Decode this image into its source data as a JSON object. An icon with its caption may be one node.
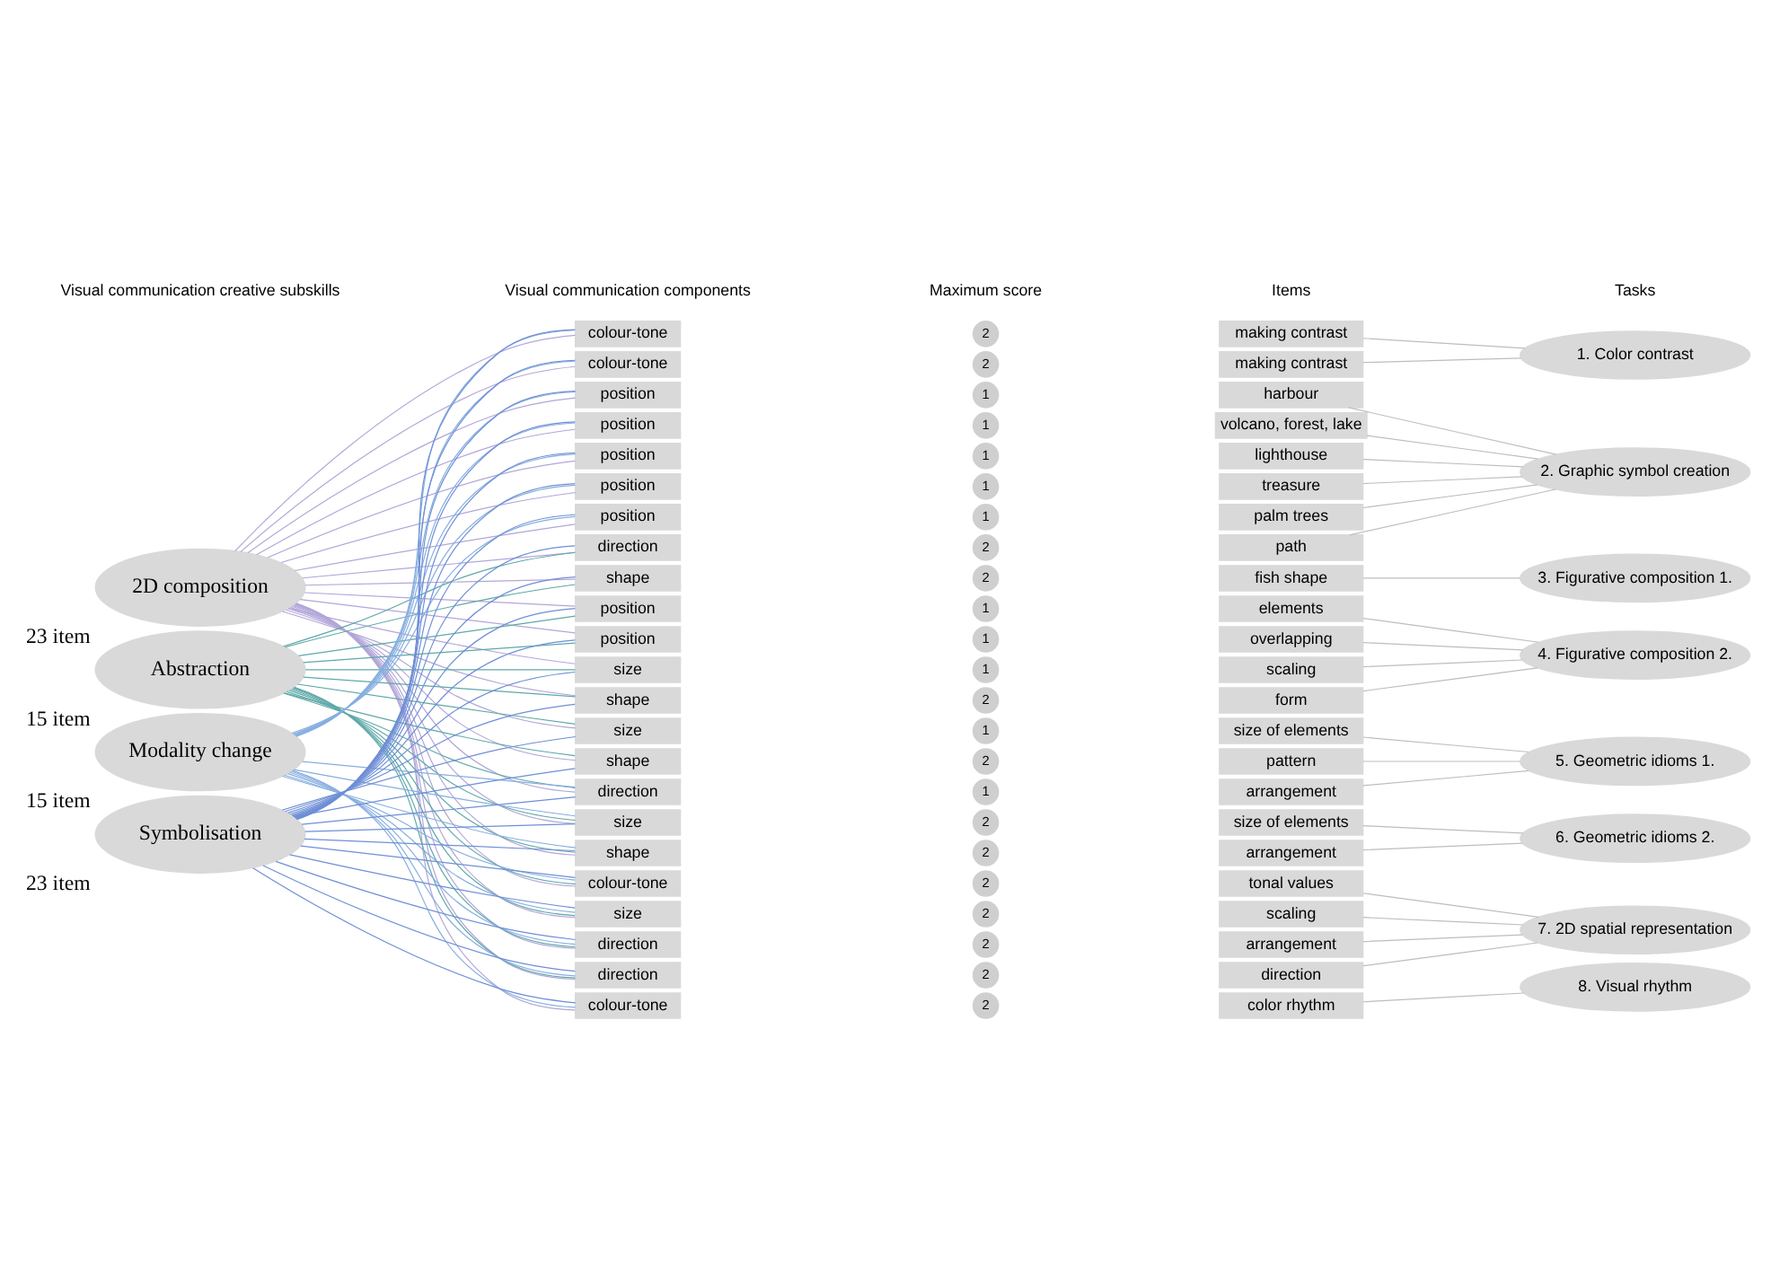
{
  "diagram": {
    "nodes": [
      {
        "text": [
          "2D composition"
        ],
        "beside": [
          "23 item"
        ]
      },
      {
        "text": [
          "Abstraction"
        ],
        "beside": [
          "15 item"
        ]
      },
      {
        "text": [
          "Modality change"
        ],
        "beside": [
          "15 item"
        ]
      },
      {
        "text": [
          "Symbolisation"
        ],
        "beside": [
          "23 item"
        ]
      },
      {
        "text": [
          "colour-tone"
        ]
      },
      {
        "text": [
          "colour-tone"
        ]
      },
      {
        "text": [
          "position"
        ]
      },
      {
        "text": [
          "position"
        ]
      },
      {
        "text": [
          "position"
        ]
      },
      {
        "text": [
          "position"
        ]
      },
      {
        "text": [
          "position"
        ]
      },
      {
        "text": [
          "direction"
        ]
      },
      {
        "text": [
          "shape"
        ]
      },
      {
        "text": [
          "position"
        ]
      },
      {
        "text": [
          "position"
        ]
      },
      {
        "text": [
          "size"
        ]
      },
      {
        "text": [
          "shape"
        ]
      },
      {
        "text": [
          "size"
        ]
      },
      {
        "text": [
          "shape"
        ]
      },
      {
        "text": [
          "direction"
        ]
      },
      {
        "text": [
          "size"
        ]
      },
      {
        "text": [
          "shape"
        ]
      },
      {
        "text": [
          "colour-tone"
        ]
      },
      {
        "text": [
          "size"
        ]
      },
      {
        "text": [
          "direction"
        ]
      },
      {
        "text": [
          "direction"
        ]
      },
      {
        "text": [
          "colour-tone"
        ]
      },
      {
        "text": [
          "2"
        ]
      },
      {
        "text": [
          "2"
        ]
      },
      {
        "text": [
          "1"
        ]
      },
      {
        "text": [
          "1"
        ]
      },
      {
        "text": [
          "1"
        ]
      },
      {
        "text": [
          "1"
        ]
      },
      {
        "text": [
          "1"
        ]
      },
      {
        "text": [
          "2"
        ]
      },
      {
        "text": [
          "2"
        ]
      },
      {
        "text": [
          "1"
        ]
      },
      {
        "text": [
          "1"
        ]
      },
      {
        "text": [
          "1"
        ]
      },
      {
        "text": [
          "2"
        ]
      },
      {
        "text": [
          "1"
        ]
      },
      {
        "text": [
          "2"
        ]
      },
      {
        "text": [
          "1"
        ]
      },
      {
        "text": [
          "2"
        ]
      },
      {
        "text": [
          "2"
        ]
      },
      {
        "text": [
          "2"
        ]
      },
      {
        "text": [
          "2"
        ]
      },
      {
        "text": [
          "2"
        ]
      },
      {
        "text": [
          "2"
        ]
      },
      {
        "text": [
          "2"
        ]
      },
      {
        "text": [
          "making contrast"
        ]
      },
      {
        "text": [
          "making contrast"
        ]
      },
      {
        "text": [
          "harbour"
        ]
      },
      {
        "text": [
          "volcano, forest, lake"
        ]
      },
      {
        "text": [
          "lighthouse"
        ]
      },
      {
        "text": [
          "treasure"
        ]
      },
      {
        "text": [
          "palm trees"
        ]
      },
      {
        "text": [
          "path"
        ]
      },
      {
        "text": [
          "fish shape"
        ]
      },
      {
        "text": [
          "elements"
        ]
      },
      {
        "text": [
          "overlapping"
        ]
      },
      {
        "text": [
          "scaling"
        ]
      },
      {
        "text": [
          "form"
        ]
      },
      {
        "text": [
          "size of elements"
        ]
      },
      {
        "text": [
          "pattern"
        ]
      },
      {
        "text": [
          "arrangement"
        ]
      },
      {
        "text": [
          "size of elements"
        ]
      },
      {
        "text": [
          "arrangement"
        ]
      },
      {
        "text": [
          "tonal values"
        ]
      },
      {
        "text": [
          "scaling"
        ]
      },
      {
        "text": [
          "arrangement"
        ]
      },
      {
        "text": [
          "direction"
        ]
      },
      {
        "text": [
          "color rhythm"
        ]
      },
      {
        "text": [
          "1. Color contrast"
        ]
      },
      {
        "text": [
          "2. Graphic symbol creation"
        ]
      },
      {
        "text": [
          "3. Figurative composition 1."
        ]
      },
      {
        "text": [
          "4. Figurative composition 2."
        ]
      },
      {
        "text": [
          "5. Geometric idioms 1."
        ]
      },
      {
        "text": [
          "6. Geometric idioms 2."
        ]
      },
      {
        "text": [
          "7. 2D spatial representation"
        ]
      },
      {
        "text": [
          "8. Visual rhythm"
        ]
      }
    ],
    "edges": [
      {
        "from": 0,
        "to": 4,
        "arrow": "none",
        "color": "#b3a6d9"
      },
      {
        "from": 0,
        "to": 5,
        "arrow": "none",
        "color": "#b3a6d9"
      },
      {
        "from": 0,
        "to": 6,
        "arrow": "none",
        "color": "#b3a6d9"
      },
      {
        "from": 0,
        "to": 7,
        "arrow": "none",
        "color": "#b3a6d9"
      },
      {
        "from": 0,
        "to": 8,
        "arrow": "none",
        "color": "#b3a6d9"
      },
      {
        "from": 0,
        "to": 9,
        "arrow": "none",
        "color": "#b3a6d9"
      },
      {
        "from": 0,
        "to": 10,
        "arrow": "none",
        "color": "#b3a6d9"
      },
      {
        "from": 0,
        "to": 11,
        "arrow": "none",
        "color": "#b3a6d9"
      },
      {
        "from": 0,
        "to": 12,
        "arrow": "none",
        "color": "#b3a6d9"
      },
      {
        "from": 0,
        "to": 13,
        "arrow": "none",
        "color": "#b3a6d9"
      },
      {
        "from": 0,
        "to": 14,
        "arrow": "none",
        "color": "#b3a6d9"
      },
      {
        "from": 0,
        "to": 15,
        "arrow": "none",
        "color": "#b3a6d9"
      },
      {
        "from": 0,
        "to": 16,
        "arrow": "none",
        "color": "#b3a6d9"
      },
      {
        "from": 0,
        "to": 17,
        "arrow": "none",
        "color": "#b3a6d9"
      },
      {
        "from": 0,
        "to": 18,
        "arrow": "none",
        "color": "#b3a6d9"
      },
      {
        "from": 0,
        "to": 19,
        "arrow": "none",
        "color": "#b3a6d9"
      },
      {
        "from": 0,
        "to": 20,
        "arrow": "none",
        "color": "#b3a6d9"
      },
      {
        "from": 0,
        "to": 21,
        "arrow": "none",
        "color": "#b3a6d9"
      },
      {
        "from": 0,
        "to": 22,
        "arrow": "none",
        "color": "#b3a6d9"
      },
      {
        "from": 0,
        "to": 23,
        "arrow": "none",
        "color": "#b3a6d9"
      },
      {
        "from": 0,
        "to": 24,
        "arrow": "none",
        "color": "#b3a6d9"
      },
      {
        "from": 0,
        "to": 25,
        "arrow": "none",
        "color": "#b3a6d9"
      },
      {
        "from": 0,
        "to": 26,
        "arrow": "none",
        "color": "#b3a6d9"
      },
      {
        "from": 1,
        "to": 11,
        "arrow": "none",
        "color": "#5fa8a8"
      },
      {
        "from": 1,
        "to": 12,
        "arrow": "none",
        "color": "#5fa8a8"
      },
      {
        "from": 1,
        "to": 13,
        "arrow": "none",
        "color": "#5fa8a8"
      },
      {
        "from": 1,
        "to": 14,
        "arrow": "none",
        "color": "#5fa8a8"
      },
      {
        "from": 1,
        "to": 15,
        "arrow": "none",
        "color": "#5fa8a8"
      },
      {
        "from": 1,
        "to": 16,
        "arrow": "none",
        "color": "#5fa8a8"
      },
      {
        "from": 1,
        "to": 17,
        "arrow": "none",
        "color": "#5fa8a8"
      },
      {
        "from": 1,
        "to": 18,
        "arrow": "none",
        "color": "#5fa8a8"
      },
      {
        "from": 1,
        "to": 19,
        "arrow": "none",
        "color": "#5fa8a8"
      },
      {
        "from": 1,
        "to": 20,
        "arrow": "none",
        "color": "#5fa8a8"
      },
      {
        "from": 1,
        "to": 21,
        "arrow": "none",
        "color": "#5fa8a8"
      },
      {
        "from": 1,
        "to": 22,
        "arrow": "none",
        "color": "#5fa8a8"
      },
      {
        "from": 1,
        "to": 23,
        "arrow": "none",
        "color": "#5fa8a8"
      },
      {
        "from": 1,
        "to": 24,
        "arrow": "none",
        "color": "#5fa8a8"
      },
      {
        "from": 1,
        "to": 25,
        "arrow": "none",
        "color": "#5fa8a8"
      },
      {
        "from": 2,
        "to": 4,
        "arrow": "none",
        "color": "#86aee0"
      },
      {
        "from": 2,
        "to": 5,
        "arrow": "none",
        "color": "#86aee0"
      },
      {
        "from": 2,
        "to": 6,
        "arrow": "none",
        "color": "#86aee0"
      },
      {
        "from": 2,
        "to": 7,
        "arrow": "none",
        "color": "#86aee0"
      },
      {
        "from": 2,
        "to": 8,
        "arrow": "none",
        "color": "#86aee0"
      },
      {
        "from": 2,
        "to": 9,
        "arrow": "none",
        "color": "#86aee0"
      },
      {
        "from": 2,
        "to": 10,
        "arrow": "none",
        "color": "#86aee0"
      },
      {
        "from": 2,
        "to": 19,
        "arrow": "none",
        "color": "#86aee0"
      },
      {
        "from": 2,
        "to": 20,
        "arrow": "none",
        "color": "#86aee0"
      },
      {
        "from": 2,
        "to": 21,
        "arrow": "none",
        "color": "#86aee0"
      },
      {
        "from": 2,
        "to": 22,
        "arrow": "none",
        "color": "#86aee0"
      },
      {
        "from": 2,
        "to": 23,
        "arrow": "none",
        "color": "#86aee0"
      },
      {
        "from": 2,
        "to": 24,
        "arrow": "none",
        "color": "#86aee0"
      },
      {
        "from": 2,
        "to": 25,
        "arrow": "none",
        "color": "#86aee0"
      },
      {
        "from": 2,
        "to": 26,
        "arrow": "none",
        "color": "#86aee0"
      },
      {
        "from": 3,
        "to": 4,
        "arrow": "none",
        "color": "#6f8fd6"
      },
      {
        "from": 3,
        "to": 5,
        "arrow": "none",
        "color": "#6f8fd6"
      },
      {
        "from": 3,
        "to": 6,
        "arrow": "none",
        "color": "#6f8fd6"
      },
      {
        "from": 3,
        "to": 7,
        "arrow": "none",
        "color": "#6f8fd6"
      },
      {
        "from": 3,
        "to": 8,
        "arrow": "none",
        "color": "#6f8fd6"
      },
      {
        "from": 3,
        "to": 9,
        "arrow": "none",
        "color": "#6f8fd6"
      },
      {
        "from": 3,
        "to": 10,
        "arrow": "none",
        "color": "#6f8fd6"
      },
      {
        "from": 3,
        "to": 11,
        "arrow": "none",
        "color": "#6f8fd6"
      },
      {
        "from": 3,
        "to": 12,
        "arrow": "none",
        "color": "#6f8fd6"
      },
      {
        "from": 3,
        "to": 13,
        "arrow": "none",
        "color": "#6f8fd6"
      },
      {
        "from": 3,
        "to": 14,
        "arrow": "none",
        "color": "#6f8fd6"
      },
      {
        "from": 3,
        "to": 15,
        "arrow": "none",
        "color": "#6f8fd6"
      },
      {
        "from": 3,
        "to": 16,
        "arrow": "none",
        "color": "#6f8fd6"
      },
      {
        "from": 3,
        "to": 17,
        "arrow": "none",
        "color": "#6f8fd6"
      },
      {
        "from": 3,
        "to": 18,
        "arrow": "none",
        "color": "#6f8fd6"
      },
      {
        "from": 3,
        "to": 19,
        "arrow": "none",
        "color": "#6f8fd6"
      },
      {
        "from": 3,
        "to": 20,
        "arrow": "none",
        "color": "#6f8fd6"
      },
      {
        "from": 3,
        "to": 21,
        "arrow": "none",
        "color": "#6f8fd6"
      },
      {
        "from": 3,
        "to": 22,
        "arrow": "none",
        "color": "#6f8fd6"
      },
      {
        "from": 3,
        "to": 23,
        "arrow": "none",
        "color": "#6f8fd6"
      },
      {
        "from": 3,
        "to": 24,
        "arrow": "none",
        "color": "#6f8fd6"
      },
      {
        "from": 3,
        "to": 25,
        "arrow": "none",
        "color": "#6f8fd6"
      },
      {
        "from": 3,
        "to": 26,
        "arrow": "none",
        "color": "#6f8fd6"
      },
      {
        "from": 50,
        "to": 73,
        "arrow": "none"
      },
      {
        "from": 51,
        "to": 73,
        "arrow": "none"
      },
      {
        "from": 52,
        "to": 74,
        "arrow": "none"
      },
      {
        "from": 53,
        "to": 74,
        "arrow": "none"
      },
      {
        "from": 54,
        "to": 74,
        "arrow": "none"
      },
      {
        "from": 55,
        "to": 74,
        "arrow": "none"
      },
      {
        "from": 56,
        "to": 74,
        "arrow": "none"
      },
      {
        "from": 57,
        "to": 74,
        "arrow": "none"
      },
      {
        "from": 58,
        "to": 75,
        "arrow": "none"
      },
      {
        "from": 59,
        "to": 76,
        "arrow": "none"
      },
      {
        "from": 60,
        "to": 76,
        "arrow": "none"
      },
      {
        "from": 61,
        "to": 76,
        "arrow": "none"
      },
      {
        "from": 62,
        "to": 76,
        "arrow": "none"
      },
      {
        "from": 63,
        "to": 77,
        "arrow": "none"
      },
      {
        "from": 64,
        "to": 77,
        "arrow": "none"
      },
      {
        "from": 65,
        "to": 77,
        "arrow": "none"
      },
      {
        "from": 66,
        "to": 78,
        "arrow": "none"
      },
      {
        "from": 67,
        "to": 78,
        "arrow": "none"
      },
      {
        "from": 68,
        "to": 79,
        "arrow": "none"
      },
      {
        "from": 69,
        "to": 79,
        "arrow": "none"
      },
      {
        "from": 70,
        "to": 79,
        "arrow": "none"
      },
      {
        "from": 71,
        "to": 79,
        "arrow": "none"
      },
      {
        "from": 72,
        "to": 80,
        "arrow": "none"
      }
    ],
    "labels": [
      "Visual communication creative subskills",
      "Visual communication components",
      "Maximum score",
      "Items",
      "Tasks"
    ]
  }
}
